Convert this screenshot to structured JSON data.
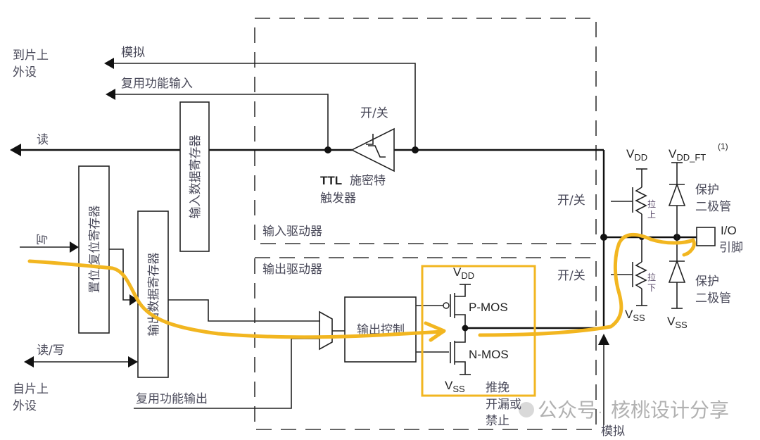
{
  "diagram": {
    "title": "GPIO I/O port bit structure",
    "labels": {
      "to_onchip_peripheral": [
        "到片上",
        "外设"
      ],
      "from_onchip_peripheral": [
        "自片上",
        "外设"
      ],
      "analog_in": "模拟",
      "alt_func_in": "复用功能输入",
      "read": "读",
      "write": "写",
      "read_write": "读/写",
      "alt_func_out": "复用功能输出",
      "analog_bottom": "模拟",
      "on_off_trigger": "开/关",
      "on_off_pullup": "开/关",
      "on_off_pulldown": "开/关",
      "ttl_prefix": "TTL",
      "schmitt_line1": "施密特",
      "schmitt_line2": "触发器",
      "input_driver": "输入驱动器",
      "output_driver": "输出驱动器",
      "input_data_register": "输入数据寄存器",
      "bit_set_reset_register": "置位/复位寄存器",
      "output_data_register": "输出数据寄存器",
      "output_control": "输出控制",
      "vdd_pmos_main": "V",
      "vdd_pmos_sub": "DD",
      "pmos": "P-MOS",
      "nmos": "N-MOS",
      "vss_nmos_main": "V",
      "vss_nmos_sub": "SS",
      "push_pull": "推挽",
      "open_drain_line1": "开漏或",
      "open_drain_line2": "禁止",
      "vdd_pull_main": "V",
      "vdd_pull_sub": "DD",
      "vdd_ft_main": "V",
      "vdd_ft_sub": "DD_FT",
      "vdd_ft_note": "(1)",
      "pull_up_1": "拉",
      "pull_up_2": "上",
      "pull_down_1": "拉",
      "pull_down_2": "下",
      "vss_pull_main": "V",
      "vss_pull_sub": "SS",
      "vss_diode_main": "V",
      "vss_diode_sub": "SS",
      "protect_diode_top": [
        "保护",
        "二极管"
      ],
      "protect_diode_bottom": [
        "保护",
        "二极管"
      ],
      "io_pin_1": "I/O",
      "io_pin_2": "引脚"
    },
    "watermark": {
      "account_label": "公众号",
      "separator": "·",
      "account_name": "核桃设计分享"
    },
    "highlight_color": "#f2b620"
  }
}
